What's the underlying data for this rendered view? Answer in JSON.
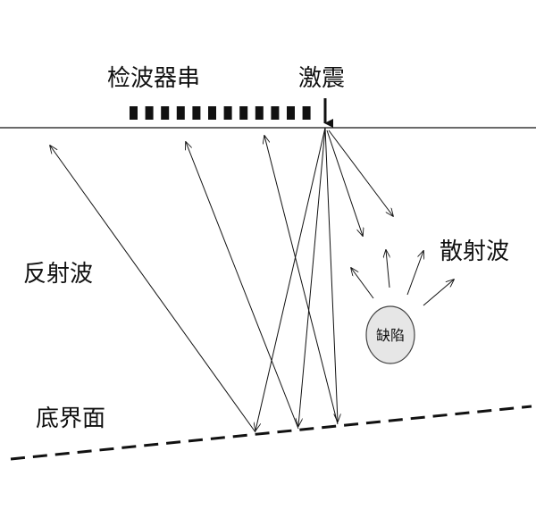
{
  "labels": {
    "geophone_string": "检波器串",
    "source": "激震",
    "reflected_wave": "反射波",
    "scattered_wave": "散射波",
    "bottom_interface": "底界面",
    "defect": "缺陷"
  },
  "colors": {
    "line": "#111111",
    "defect_fill": "#e6e6e6",
    "defect_stroke": "#444444",
    "background": "#ffffff"
  },
  "geophone_count": 12
}
